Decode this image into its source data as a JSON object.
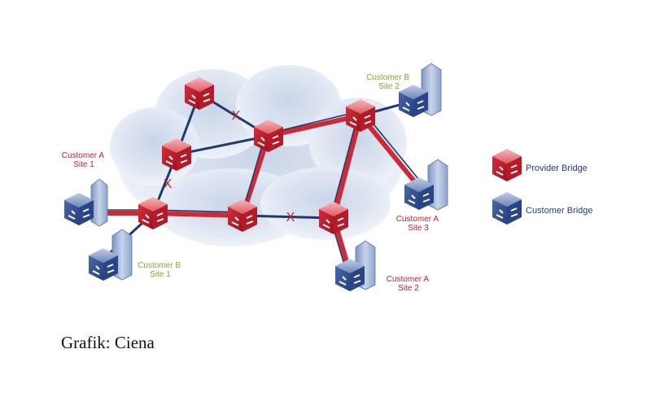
{
  "colors": {
    "provider": "#c8202e",
    "customer": "#2d4a8e",
    "link_dark": "#1f3a73",
    "link_red": "#cc2a35",
    "label_red": "#c8202e",
    "label_green": "#8aa333",
    "legend_text": "#1f3f7a",
    "cloud": "#dde5f1"
  },
  "legend": {
    "provider_label": "Provider Bridge",
    "customer_label": "Customer Bridge"
  },
  "sites": {
    "customer_a_site1": [
      "Customer A",
      "Site 1"
    ],
    "customer_a_site2": [
      "Customer A",
      "Site 2"
    ],
    "customer_a_site3": [
      "Customer A",
      "Site 3"
    ],
    "customer_b_site1": [
      "Customer B",
      "Site 1"
    ],
    "customer_b_site2": [
      "Customer B",
      "Site 2"
    ]
  },
  "link_break_symbol": "X",
  "icons": {
    "provider_bridge": "provider-bridge-icon",
    "customer_bridge": "customer-bridge-icon",
    "server": "server-tower-icon",
    "cloud": "provider-network-cloud"
  },
  "credit": "Grafik: Ciena"
}
